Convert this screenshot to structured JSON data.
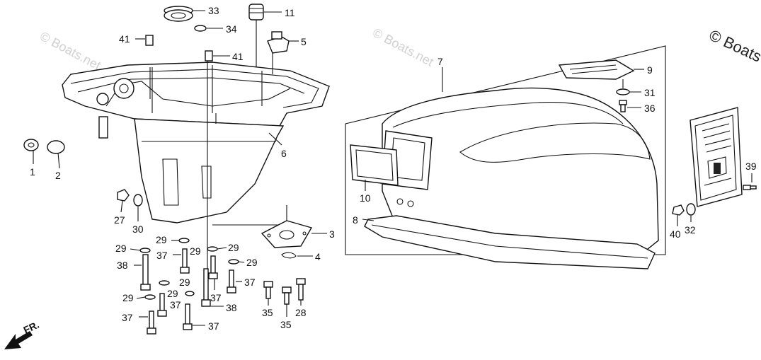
{
  "watermarks": {
    "wm1": "© Boats.net",
    "wm2": "© Boats.net",
    "wm3": "© Boats"
  },
  "callouts": {
    "c1": "1",
    "c2": "2",
    "c3": "3",
    "c4": "4",
    "c5": "5",
    "c6": "6",
    "c7": "7",
    "c8": "8",
    "c9": "9",
    "c10": "10",
    "c11": "11",
    "c27": "27",
    "c28": "28",
    "c29a": "29",
    "c29b": "29",
    "c29c": "29",
    "c29d": "29",
    "c29e": "29",
    "c29f": "29",
    "c29g": "29",
    "c29h": "29",
    "c30": "30",
    "c31": "31",
    "c32": "32",
    "c33": "33",
    "c34": "34",
    "c35a": "35",
    "c35b": "35",
    "c36": "36",
    "c37a": "37",
    "c37b": "37",
    "c37c": "37",
    "c37d": "37",
    "c37e": "37",
    "c37f": "37",
    "c38a": "38",
    "c38b": "38",
    "c39": "39",
    "c40": "40",
    "c41a": "41",
    "c41b": "41"
  },
  "direction_label": "FR.",
  "colors": {
    "line": "#111111",
    "watermark": "#d0d0d0",
    "background": "#ffffff"
  }
}
